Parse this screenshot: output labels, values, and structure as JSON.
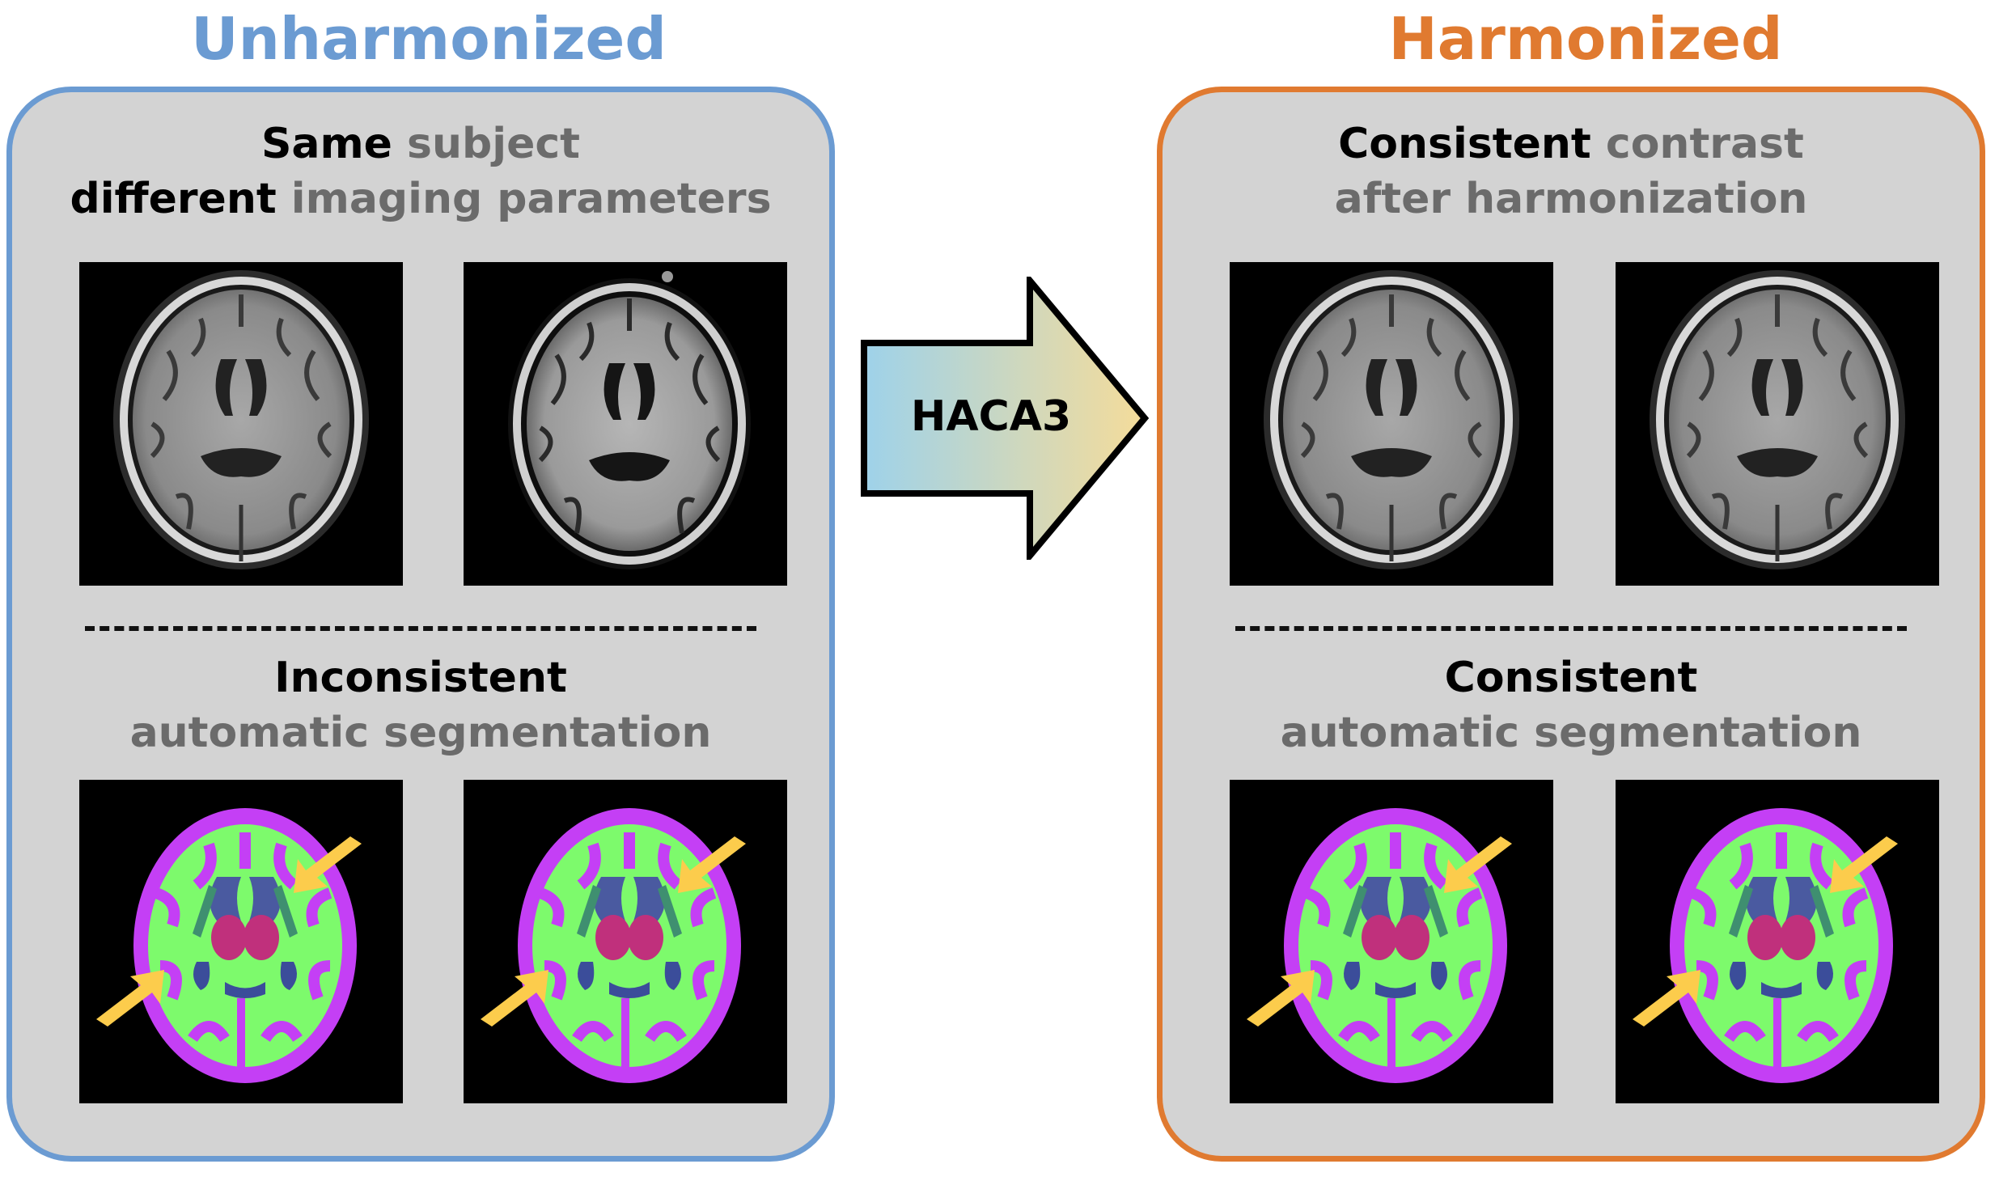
{
  "colors": {
    "left_accent": "#6b9bd2",
    "right_accent": "#e07a30",
    "panel_bg": "#d3d3d3",
    "label_black": "#000000",
    "label_gray": "#6b6b6b",
    "wm": "#7dfa6c",
    "gm": "#c43ff5",
    "arrow_gradient": [
      "#9ed2ea",
      "#f5dc9a"
    ],
    "pointer_arrow": "#fccc4c"
  },
  "left": {
    "title": "Unharmonized",
    "heading_line1": {
      "bold": "Same",
      "rest": " subject"
    },
    "heading_line2": {
      "bold": "different",
      "rest": " imaging parameters"
    },
    "seg_line1": "Inconsistent",
    "seg_line2": "automatic segmentation"
  },
  "center": {
    "label": "HACA3"
  },
  "right": {
    "title": "Harmonized",
    "heading_line1": {
      "bold": "Consistent",
      "rest": " contrast"
    },
    "heading_line2": {
      "bold": "",
      "rest": "after harmonization"
    },
    "seg_line1": "Consistent",
    "seg_line2": "automatic segmentation"
  }
}
